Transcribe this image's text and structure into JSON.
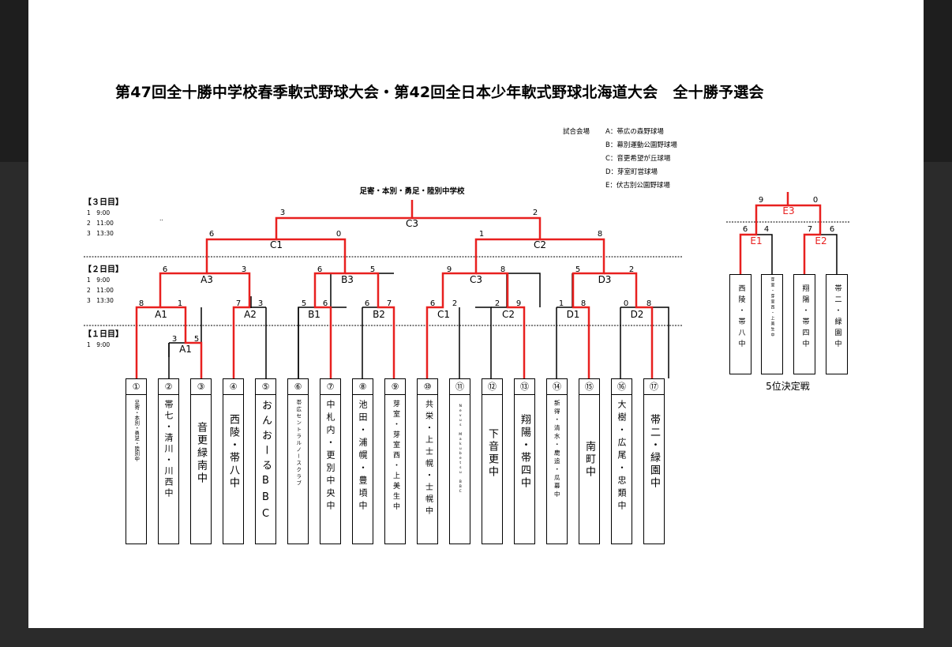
{
  "title": "第47回全十勝中学校春季軟式野球大会・第42回全日本少年軟式野球北海道大会　全十勝予選会",
  "venues": {
    "label": "試合会場",
    "items": [
      "A：帯広の森野球場",
      "B：幕別運動公園野球場",
      "C：音更希望が丘球場",
      "D：芽室町営球場",
      "E：伏古別公園野球場"
    ]
  },
  "days": [
    {
      "label": "【３日目】",
      "times": [
        "1　9:00",
        "2　11:00",
        "3　13:30"
      ]
    },
    {
      "label": "【２日目】",
      "times": [
        "1　9:00",
        "2　11:00",
        "3　13:30"
      ]
    },
    {
      "label": "【１日目】",
      "times": [
        "1　9:00"
      ]
    }
  ],
  "mark": "..",
  "champion": "足寄・本別・勇足・陸別中学校",
  "final": {
    "code": "C3",
    "left": "3",
    "right": "2"
  },
  "semis": [
    {
      "code": "C1",
      "left": "6",
      "right": "0"
    },
    {
      "code": "C2",
      "left": "1",
      "right": "8"
    }
  ],
  "quarters": [
    {
      "code": "A3",
      "left": "6",
      "right": "3"
    },
    {
      "code": "B3",
      "left": "6",
      "right": "5"
    },
    {
      "code": "C3",
      "left": "9",
      "right": "8"
    },
    {
      "code": "D3",
      "left": "5",
      "right": "2"
    }
  ],
  "round2": [
    {
      "code": "A1",
      "left": "8",
      "right": "1"
    },
    {
      "code": "A2",
      "left": "7",
      "right": "3"
    },
    {
      "code": "B1",
      "left": "5",
      "right": "6"
    },
    {
      "code": "B2",
      "left": "6",
      "right": "7"
    },
    {
      "code": "C1",
      "left": "6",
      "right": "2"
    },
    {
      "code": "C2",
      "left": "2",
      "right": "9"
    },
    {
      "code": "D1",
      "left": "1",
      "right": "8"
    },
    {
      "code": "D2",
      "left": "0",
      "right": "8"
    }
  ],
  "round1": {
    "code": "A1",
    "left": "3",
    "right": "5"
  },
  "teams": [
    {
      "num": "①",
      "name": "足寄・本別・勇足・陸別中"
    },
    {
      "num": "②",
      "name": "帯七・清川・川西中"
    },
    {
      "num": "③",
      "name": "音更緑南中"
    },
    {
      "num": "④",
      "name": "西陵・帯八中"
    },
    {
      "num": "⑤",
      "name": "おんおーるBBC"
    },
    {
      "num": "⑥",
      "name": "帯広セントラルノースクラブ"
    },
    {
      "num": "⑦",
      "name": "中札内・更別中央中"
    },
    {
      "num": "⑧",
      "name": "池田・浦幌・豊頃中"
    },
    {
      "num": "⑨",
      "name": "芽室・芽室西・上美生中"
    },
    {
      "num": "⑩",
      "name": "共栄・上士幌・士幌中"
    },
    {
      "num": "⑪",
      "name": "Nevus Makubetsu BBC"
    },
    {
      "num": "⑫",
      "name": "下音更中"
    },
    {
      "num": "⑬",
      "name": "翔陽・帯四中"
    },
    {
      "num": "⑭",
      "name": "新得・清水・鹿追・瓜幕中"
    },
    {
      "num": "⑮",
      "name": "南町中"
    },
    {
      "num": "⑯",
      "name": "大樹・広尾・忠類中"
    },
    {
      "num": "⑰",
      "name": "帯二・緑園中"
    }
  ],
  "consolation": {
    "label": "5位決定戦",
    "final": {
      "code": "E3",
      "left": "9",
      "right": "0"
    },
    "games": [
      {
        "code": "E1",
        "left": "6",
        "right": "4"
      },
      {
        "code": "E2",
        "left": "7",
        "right": "6"
      }
    ],
    "teams": [
      {
        "name": "西陵・帯八中"
      },
      {
        "name": "芽室・芽室西・上美生中"
      },
      {
        "name": "翔陽・帯四中"
      },
      {
        "name": "帯二・緑園中"
      }
    ]
  },
  "colors": {
    "win": "#e8201f",
    "line": "#000000",
    "code_red": "#e8201f"
  }
}
